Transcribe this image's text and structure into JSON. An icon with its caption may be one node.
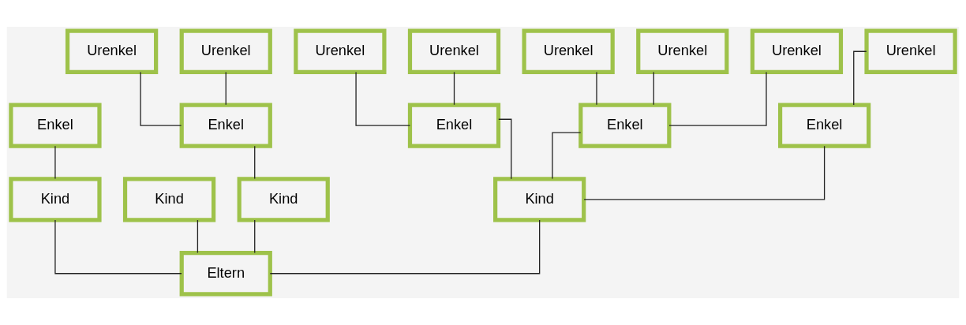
{
  "diagram": {
    "nodes": [
      {
        "text": [
          "Urenkel"
        ]
      },
      {
        "text": [
          "Urenkel"
        ]
      },
      {
        "text": [
          "Urenkel"
        ]
      },
      {
        "text": [
          "Urenkel"
        ]
      },
      {
        "text": [
          "Urenkel"
        ]
      },
      {
        "text": [
          "Urenkel"
        ]
      },
      {
        "text": [
          "Urenkel"
        ]
      },
      {
        "text": [
          "Urenkel"
        ]
      },
      {
        "text": [
          "Enkel"
        ]
      },
      {
        "text": [
          "Enkel"
        ]
      },
      {
        "text": [
          "Enkel"
        ]
      },
      {
        "text": [
          "Enkel"
        ]
      },
      {
        "text": [
          "Enkel"
        ]
      },
      {
        "text": [
          "Kind"
        ]
      },
      {
        "text": [
          "Kind"
        ]
      },
      {
        "text": [
          "Kind"
        ]
      },
      {
        "text": [
          "Kind"
        ]
      },
      {
        "text": [
          "Eltern"
        ]
      }
    ],
    "edges": [
      {
        "from": 0,
        "to": 8,
        "arrow": "none"
      },
      {
        "from": 1,
        "to": 8,
        "arrow": "none"
      },
      {
        "from": 2,
        "to": 8,
        "arrow": "none"
      },
      {
        "from": 3,
        "to": 9,
        "arrow": "none"
      },
      {
        "from": 4,
        "to": 10,
        "arrow": "none"
      },
      {
        "from": 5,
        "to": 10,
        "arrow": "none"
      },
      {
        "from": 6,
        "to": 12,
        "arrow": "none"
      },
      {
        "from": 7,
        "to": 12,
        "arrow": "none"
      },
      {
        "from": 8,
        "to": 13,
        "arrow": "none"
      },
      {
        "from": 9,
        "to": 13,
        "arrow": "none"
      },
      {
        "from": 10,
        "to": 13,
        "arrow": "none"
      },
      {
        "from": 11,
        "to": 15,
        "arrow": "none"
      },
      {
        "from": 12,
        "to": 16,
        "arrow": "none"
      },
      {
        "from": 13,
        "to": 17,
        "arrow": "none"
      },
      {
        "from": 14,
        "to": 17,
        "arrow": "none"
      },
      {
        "from": 15,
        "to": 17,
        "arrow": "none"
      },
      {
        "from": 16,
        "to": 17,
        "arrow": "none"
      }
    ]
  }
}
